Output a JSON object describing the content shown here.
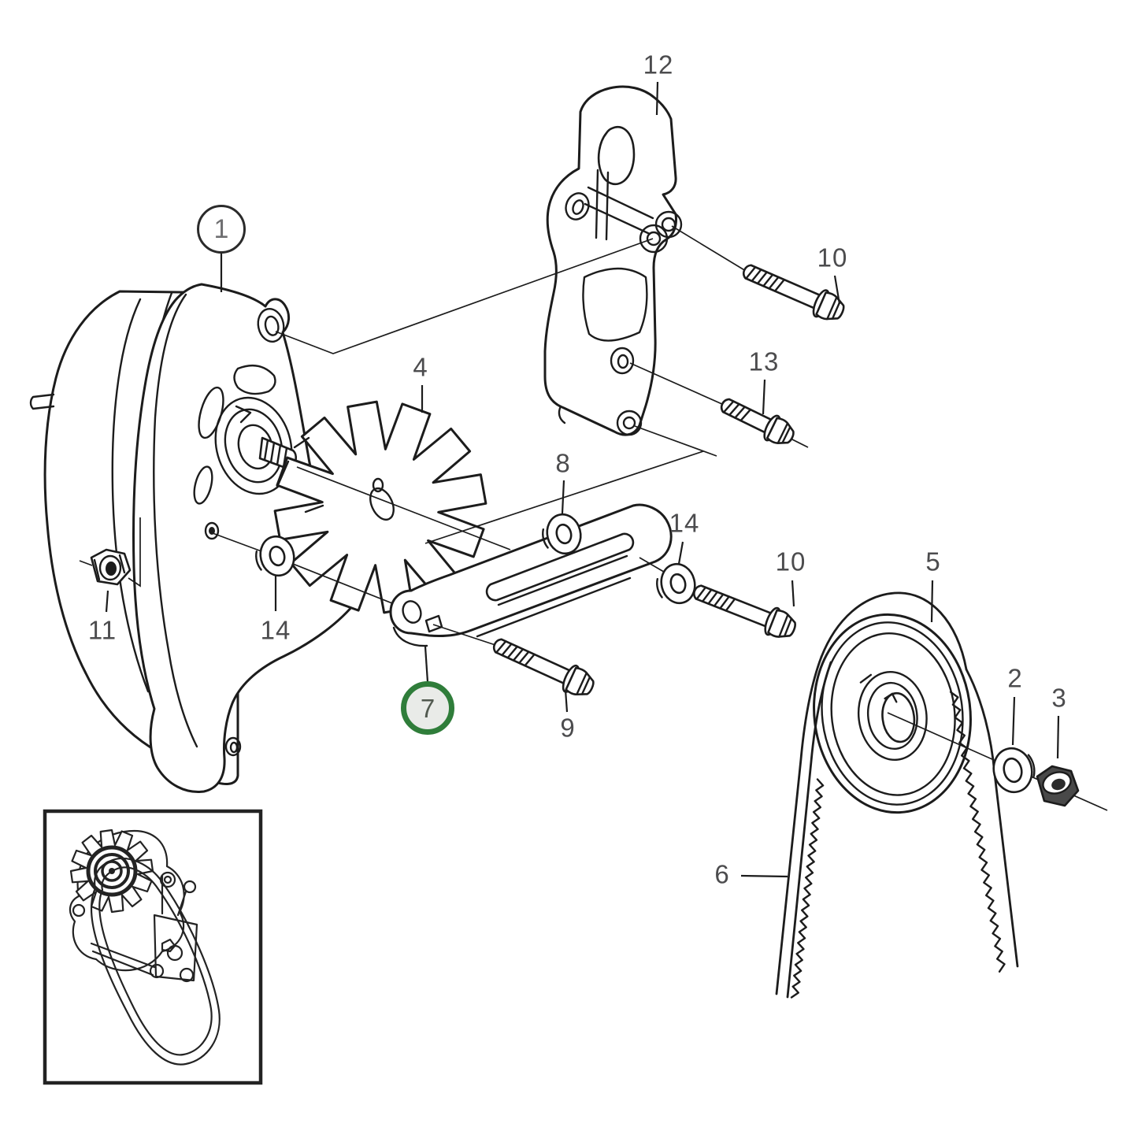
{
  "diagram": {
    "background": "#ffffff",
    "line_color": "#1c1c1c",
    "label_color": "#4c4c4e",
    "highlight": {
      "ring_color": "#2f7d3a",
      "fill_color": "#e9ebe8",
      "text_color": "#525a50"
    }
  },
  "callouts": [
    {
      "label": "1",
      "circled": true,
      "highlighted": false
    },
    {
      "label": "12",
      "circled": false,
      "highlighted": false
    },
    {
      "label": "10",
      "circled": false,
      "highlighted": false
    },
    {
      "label": "13",
      "circled": false,
      "highlighted": false
    },
    {
      "label": "4",
      "circled": false,
      "highlighted": false
    },
    {
      "label": "8",
      "circled": false,
      "highlighted": false
    },
    {
      "label": "14",
      "circled": false,
      "highlighted": false
    },
    {
      "label": "10",
      "circled": false,
      "highlighted": false
    },
    {
      "label": "5",
      "circled": false,
      "highlighted": false
    },
    {
      "label": "11",
      "circled": false,
      "highlighted": false
    },
    {
      "label": "14",
      "circled": false,
      "highlighted": false
    },
    {
      "label": "7",
      "circled": true,
      "highlighted": true
    },
    {
      "label": "9",
      "circled": false,
      "highlighted": false
    },
    {
      "label": "2",
      "circled": false,
      "highlighted": false
    },
    {
      "label": "3",
      "circled": false,
      "highlighted": false
    },
    {
      "label": "6",
      "circled": false,
      "highlighted": false
    }
  ]
}
